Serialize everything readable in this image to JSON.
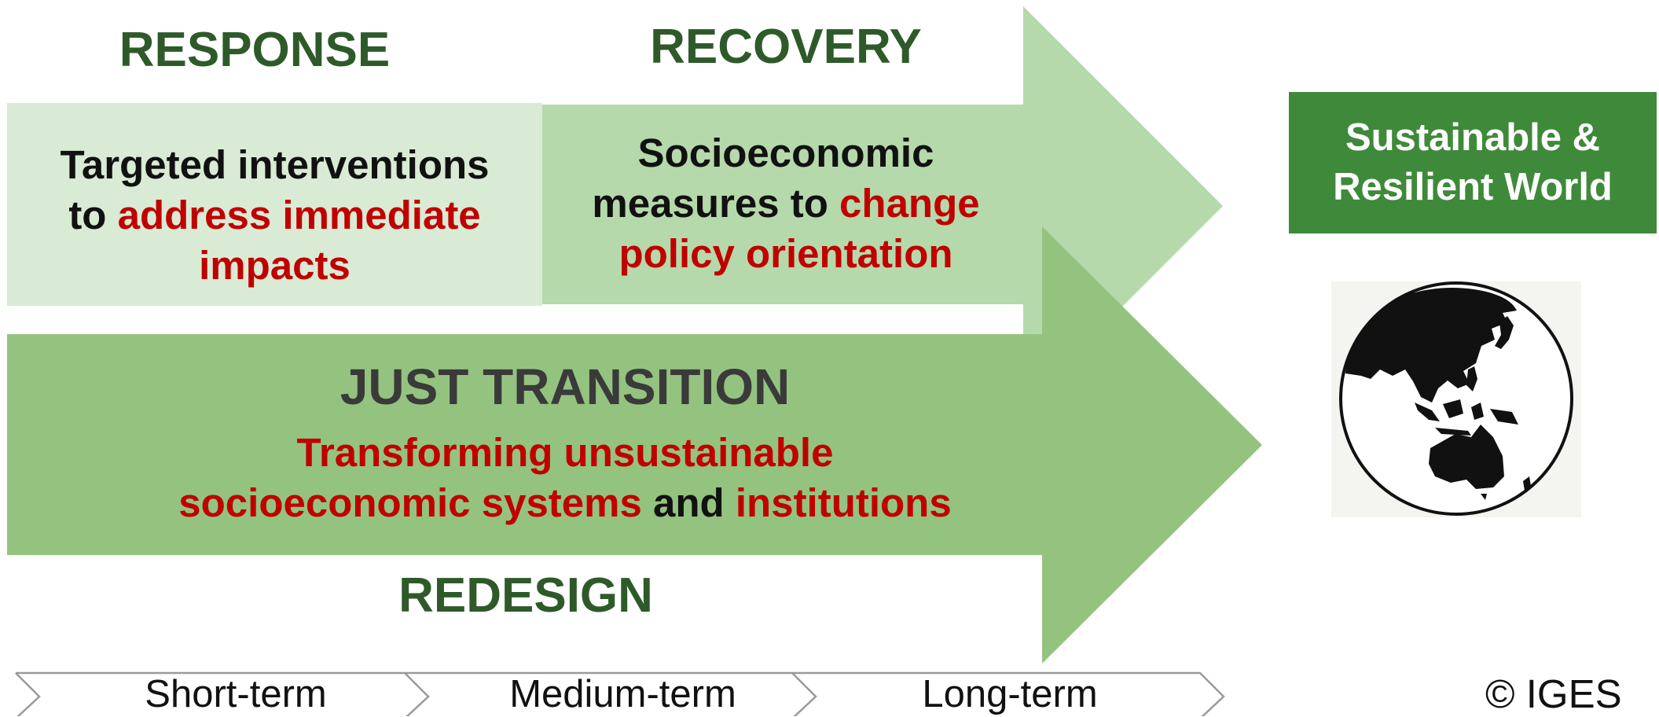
{
  "phases": {
    "response": {
      "title": "RESPONSE",
      "text_line1": "Targeted interventions",
      "text_line2_prefix": "to ",
      "text_line2_highlight": "address immediate",
      "text_line3_highlight": "impacts"
    },
    "recovery": {
      "title": "RECOVERY",
      "text_line1": "Socioeconomic",
      "text_line2_prefix": "measures to ",
      "text_line2_highlight": "change",
      "text_line3_highlight": "policy orientation"
    },
    "just_transition": {
      "title": "JUST TRANSITION",
      "line1_highlight": "Transforming unsustainable",
      "line2_highlight_a": "socioeconomic systems",
      "line2_connector": " and ",
      "line2_highlight_b": "institutions"
    },
    "redesign": {
      "title": "REDESIGN"
    }
  },
  "goal": {
    "line1": "Sustainable &",
    "line2": "Resilient World"
  },
  "timeline": [
    "Short-term",
    "Medium-term",
    "Long-term"
  ],
  "copyright": "© IGES",
  "globe_icon": "globe-asia-pacific-icon",
  "colors": {
    "response_box": "#d9ebd4",
    "recovery_arrow": "#b5d9ab",
    "just_transition_arrow": "#94c37f",
    "goal_box": "#3e8a3a",
    "title_green": "#2e5a2a",
    "highlight_red": "#c00000"
  }
}
